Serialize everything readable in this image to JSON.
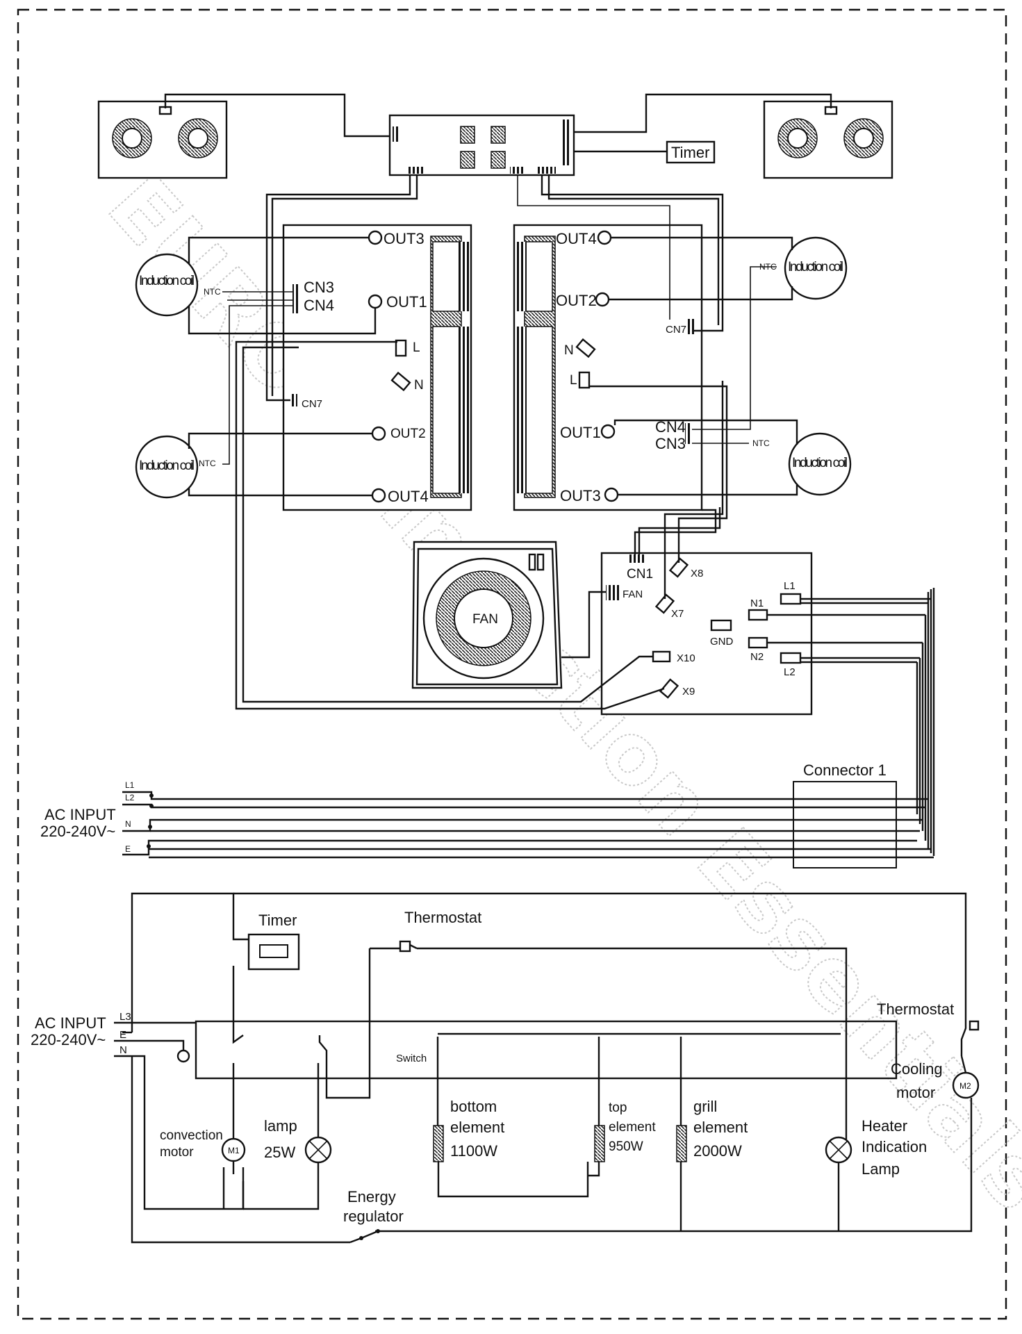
{
  "watermark": "EUROPE Induction Essentials",
  "upper": {
    "timer_label": "Timer",
    "coils": {
      "top_left": "Induction coil",
      "bottom_left": "Induction coil",
      "top_right": "Induction coil",
      "bottom_right": "Induction coil"
    },
    "left_board": {
      "out3": "OUT3",
      "out1": "OUT1",
      "out2": "OUT2",
      "out4": "OUT4",
      "cn3": "CN3",
      "cn4": "CN4",
      "cn7": "CN7",
      "l": "L",
      "n": "N",
      "ntc_top": "NTC",
      "ntc_bottom": "NTC"
    },
    "right_board": {
      "out4": "OUT4",
      "out2": "OUT2",
      "out1": "OUT1",
      "out3": "OUT3",
      "cn7": "CN7",
      "cn4": "CN4",
      "cn3": "CN3",
      "n": "N",
      "l": "L",
      "ntc_top": "NTC",
      "ntc_bottom": "NTC"
    },
    "fan_label": "FAN",
    "filter_board": {
      "cn1": "CN1",
      "x8": "X8",
      "x7": "X7",
      "x10": "X10",
      "x9": "X9",
      "fan": "FAN",
      "n1": "N1",
      "l1": "L1",
      "gnd": "GND",
      "n2": "N2",
      "l2": "L2"
    },
    "connector_label": "Connector 1",
    "ac_input": {
      "line1": "AC INPUT",
      "line2": "220-240V~",
      "l1": "L1",
      "l2": "L2",
      "n": "N",
      "e": "E"
    }
  },
  "lower": {
    "timer_label": "Timer",
    "thermostat_top": "Thermostat",
    "thermostat_right": "Thermostat",
    "ac_input": {
      "line1": "AC INPUT",
      "line2": "220-240V~",
      "l3": "L3",
      "e": "E",
      "n": "N"
    },
    "switch_label": "Switch",
    "convection_motor": [
      "convection",
      "motor"
    ],
    "m1": "M1",
    "lamp": [
      "lamp",
      "25W"
    ],
    "bottom_element": [
      "bottom",
      "element",
      "1100W"
    ],
    "top_element": [
      "top",
      "element",
      "950W"
    ],
    "grill_element": [
      "grill",
      "element",
      "2000W"
    ],
    "heater_lamp": [
      "Heater",
      "Indication",
      "Lamp"
    ],
    "cooling_motor": [
      "Cooling",
      "motor"
    ],
    "m2": "M2",
    "energy_regulator": [
      "Energy",
      "regulator"
    ]
  }
}
